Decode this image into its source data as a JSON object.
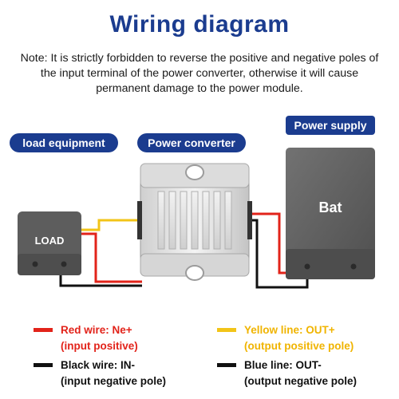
{
  "title": "Wiring diagram",
  "note": "Note: It is strictly forbidden to reverse the positive and negative poles of the input terminal of the power converter, otherwise it will cause permanent damage to the power module.",
  "labels": {
    "load_equipment": "load equipment",
    "power_converter": "Power converter",
    "power_supply": "Power supply"
  },
  "devices": {
    "load": "LOAD",
    "battery": "Bat"
  },
  "legend": [
    {
      "line1": "Red wire: Ne+",
      "line2": "(input positive)",
      "swatch": "#e2231a",
      "text_color": "#e2231a"
    },
    {
      "line1": "Yellow line: OUT+",
      "line2": "(output positive pole)",
      "swatch": "#f2c418",
      "text_color": "#f0b400"
    },
    {
      "line1": "Black wire: IN-",
      "line2": "(input negative pole)",
      "swatch": "#111111",
      "text_color": "#111111"
    },
    {
      "line1": "Blue line: OUT-",
      "line2": "(output negative pole)",
      "swatch": "#111111",
      "text_color": "#111111"
    }
  ],
  "colors": {
    "brand_blue": "#1b3c8f",
    "wire_red": "#e2231a",
    "wire_yellow": "#f2c418",
    "wire_black": "#111111",
    "box_gray": "#5d5d5d"
  }
}
